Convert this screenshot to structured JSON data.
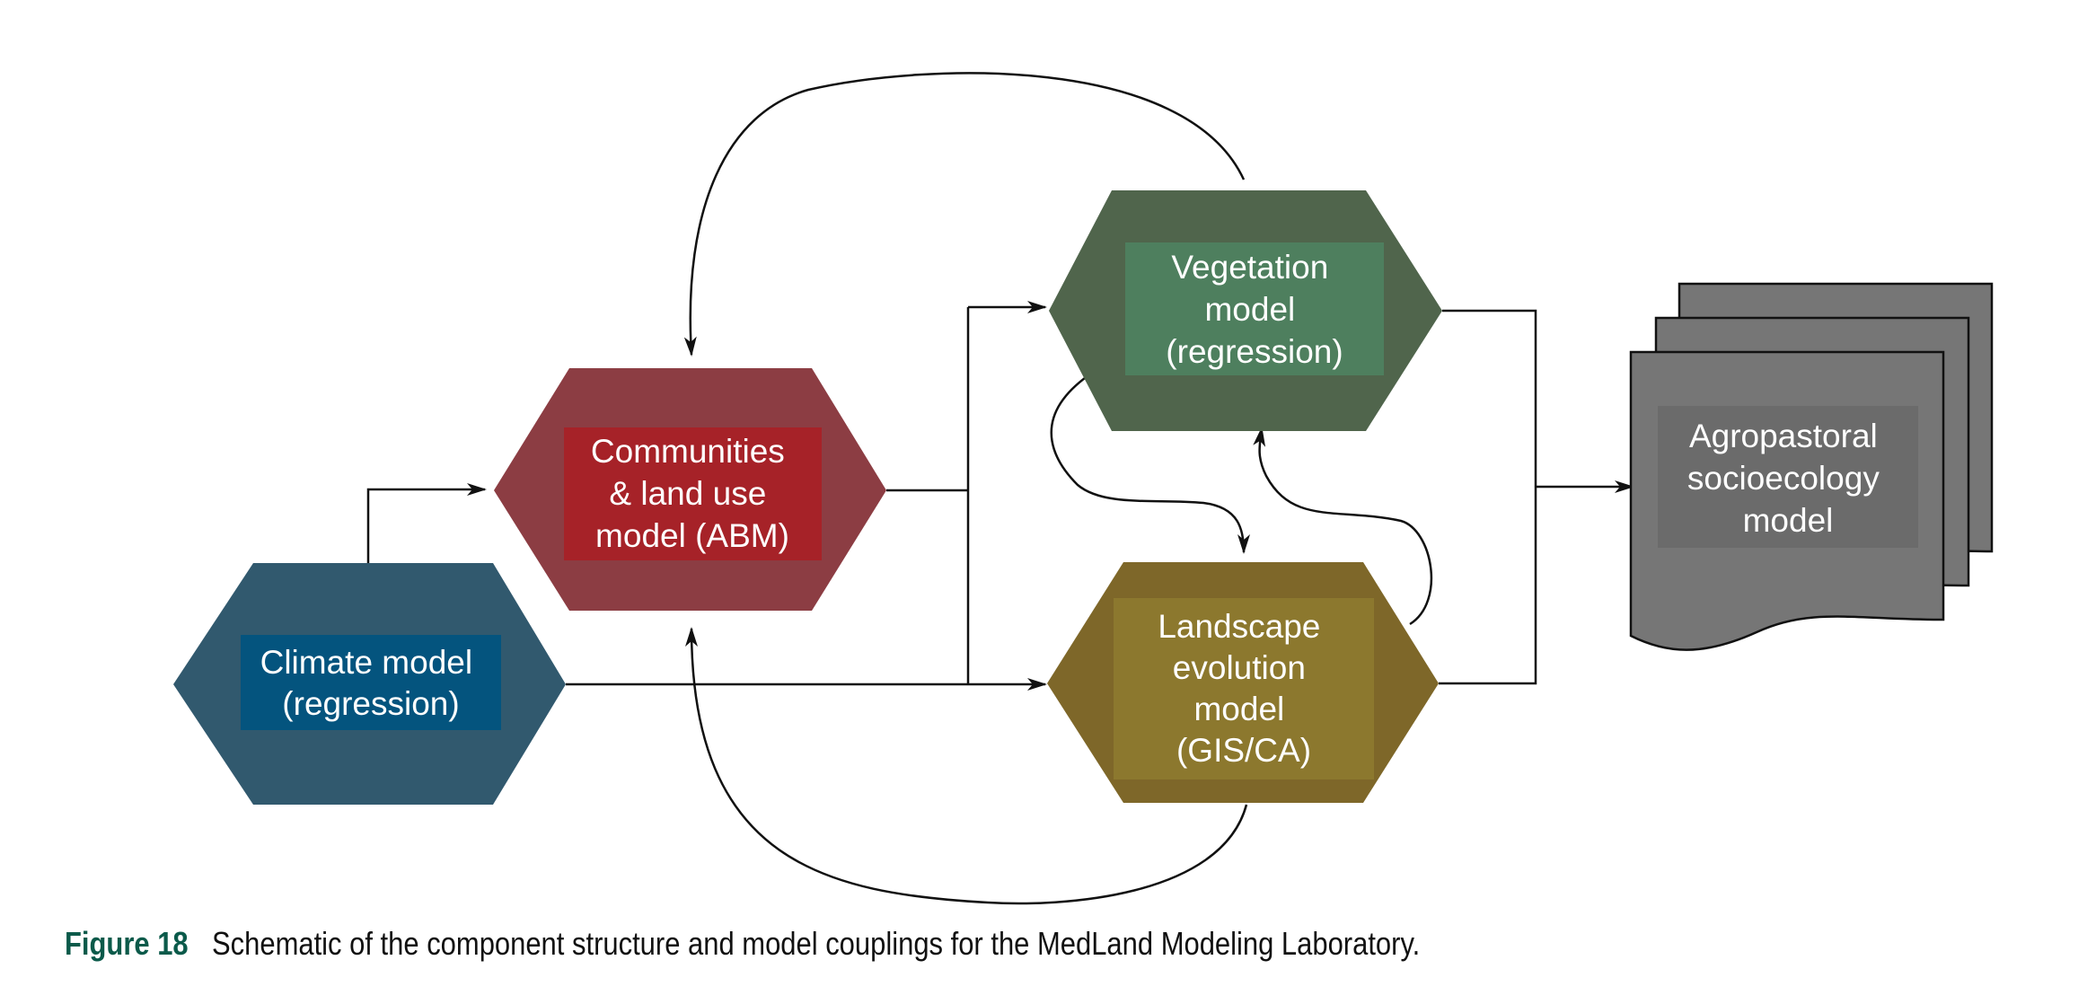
{
  "colors": {
    "climate_outer": "#31596e",
    "climate_inner": "#04547e",
    "communities_outer": "#8c3d43",
    "communities_inner": "#a62228",
    "vegetation_outer": "#50654c",
    "vegetation_inner": "#4e7f5e",
    "landscape_outer": "#7e6729",
    "landscape_inner": "#8c782e",
    "agropastoral_fill": "#767676",
    "agropastoral_inner": "#6b6b6b",
    "caption_label": "#0b5a4a",
    "arrow": "#111111"
  },
  "nodes": {
    "climate": {
      "lines": [
        "Climate model",
        "(regression)"
      ]
    },
    "communities": {
      "lines": [
        "Communities",
        "& land use",
        "model (ABM)"
      ]
    },
    "vegetation": {
      "lines": [
        "Vegetation",
        "model",
        "(regression)"
      ]
    },
    "landscape": {
      "lines": [
        "Landscape",
        "evolution",
        "model",
        "(GIS/CA)"
      ]
    },
    "agropastoral": {
      "lines": [
        "Agropastoral",
        "socioecology",
        "model"
      ]
    }
  },
  "caption": {
    "label": "Figure 18",
    "text": "Schematic of the component structure and model couplings for the MedLand Modeling Laboratory."
  }
}
